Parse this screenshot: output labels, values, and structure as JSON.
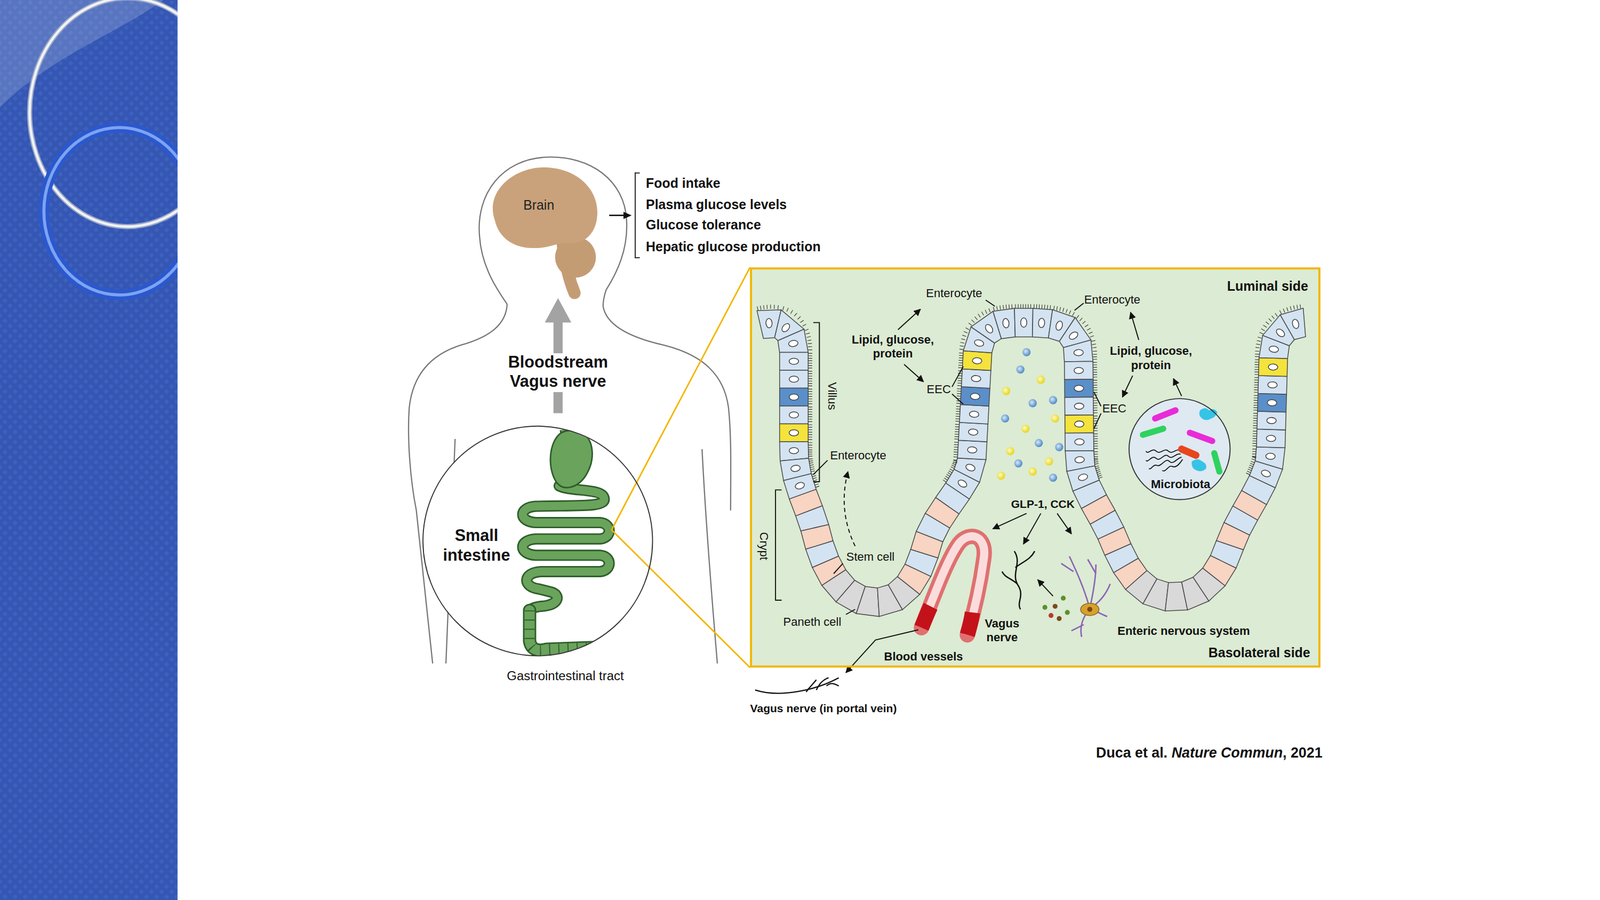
{
  "diagram": {
    "nodes": [
      {
        "text": [
          "Brain"
        ]
      },
      {
        "text": [
          "Food intake",
          "Plasma glucose levels",
          "Glucose tolerance",
          "Hepatic glucose production"
        ]
      },
      {
        "text": [
          "Small intestine",
          "Gastrointestinal tract"
        ]
      },
      {
        "text": [
          "Luminal side",
          "Basolateral side"
        ]
      },
      {
        "text": [
          "Microbiota"
        ],
        "in": 3
      }
    ],
    "edges": [
      {
        "from": 0,
        "to": 1,
        "arrow": "to"
      },
      {
        "from": 2,
        "to": 0,
        "label": "Bloodstream Vagus nerve",
        "arrow": "to"
      },
      {
        "from": 2,
        "to": 3,
        "arrow": "none"
      },
      {
        "from": 2,
        "to": 3,
        "arrow": "none"
      }
    ],
    "labels": [
      "Enterocyte",
      "Enterocyte",
      "Lipid, glucose, protein",
      "Lipid, glucose, protein",
      "EEC",
      "EEC",
      "Villus",
      "Enterocyte",
      "GLP-1, CCK",
      "Crypt",
      "Stem cell",
      "Paneth cell",
      "Vagus nerve",
      "Blood vessels",
      "Enteric nervous system",
      "Vagus nerve (in portal vein)",
      "Duca et al.",
      "Nature Commun",
      ", 2021"
    ]
  }
}
